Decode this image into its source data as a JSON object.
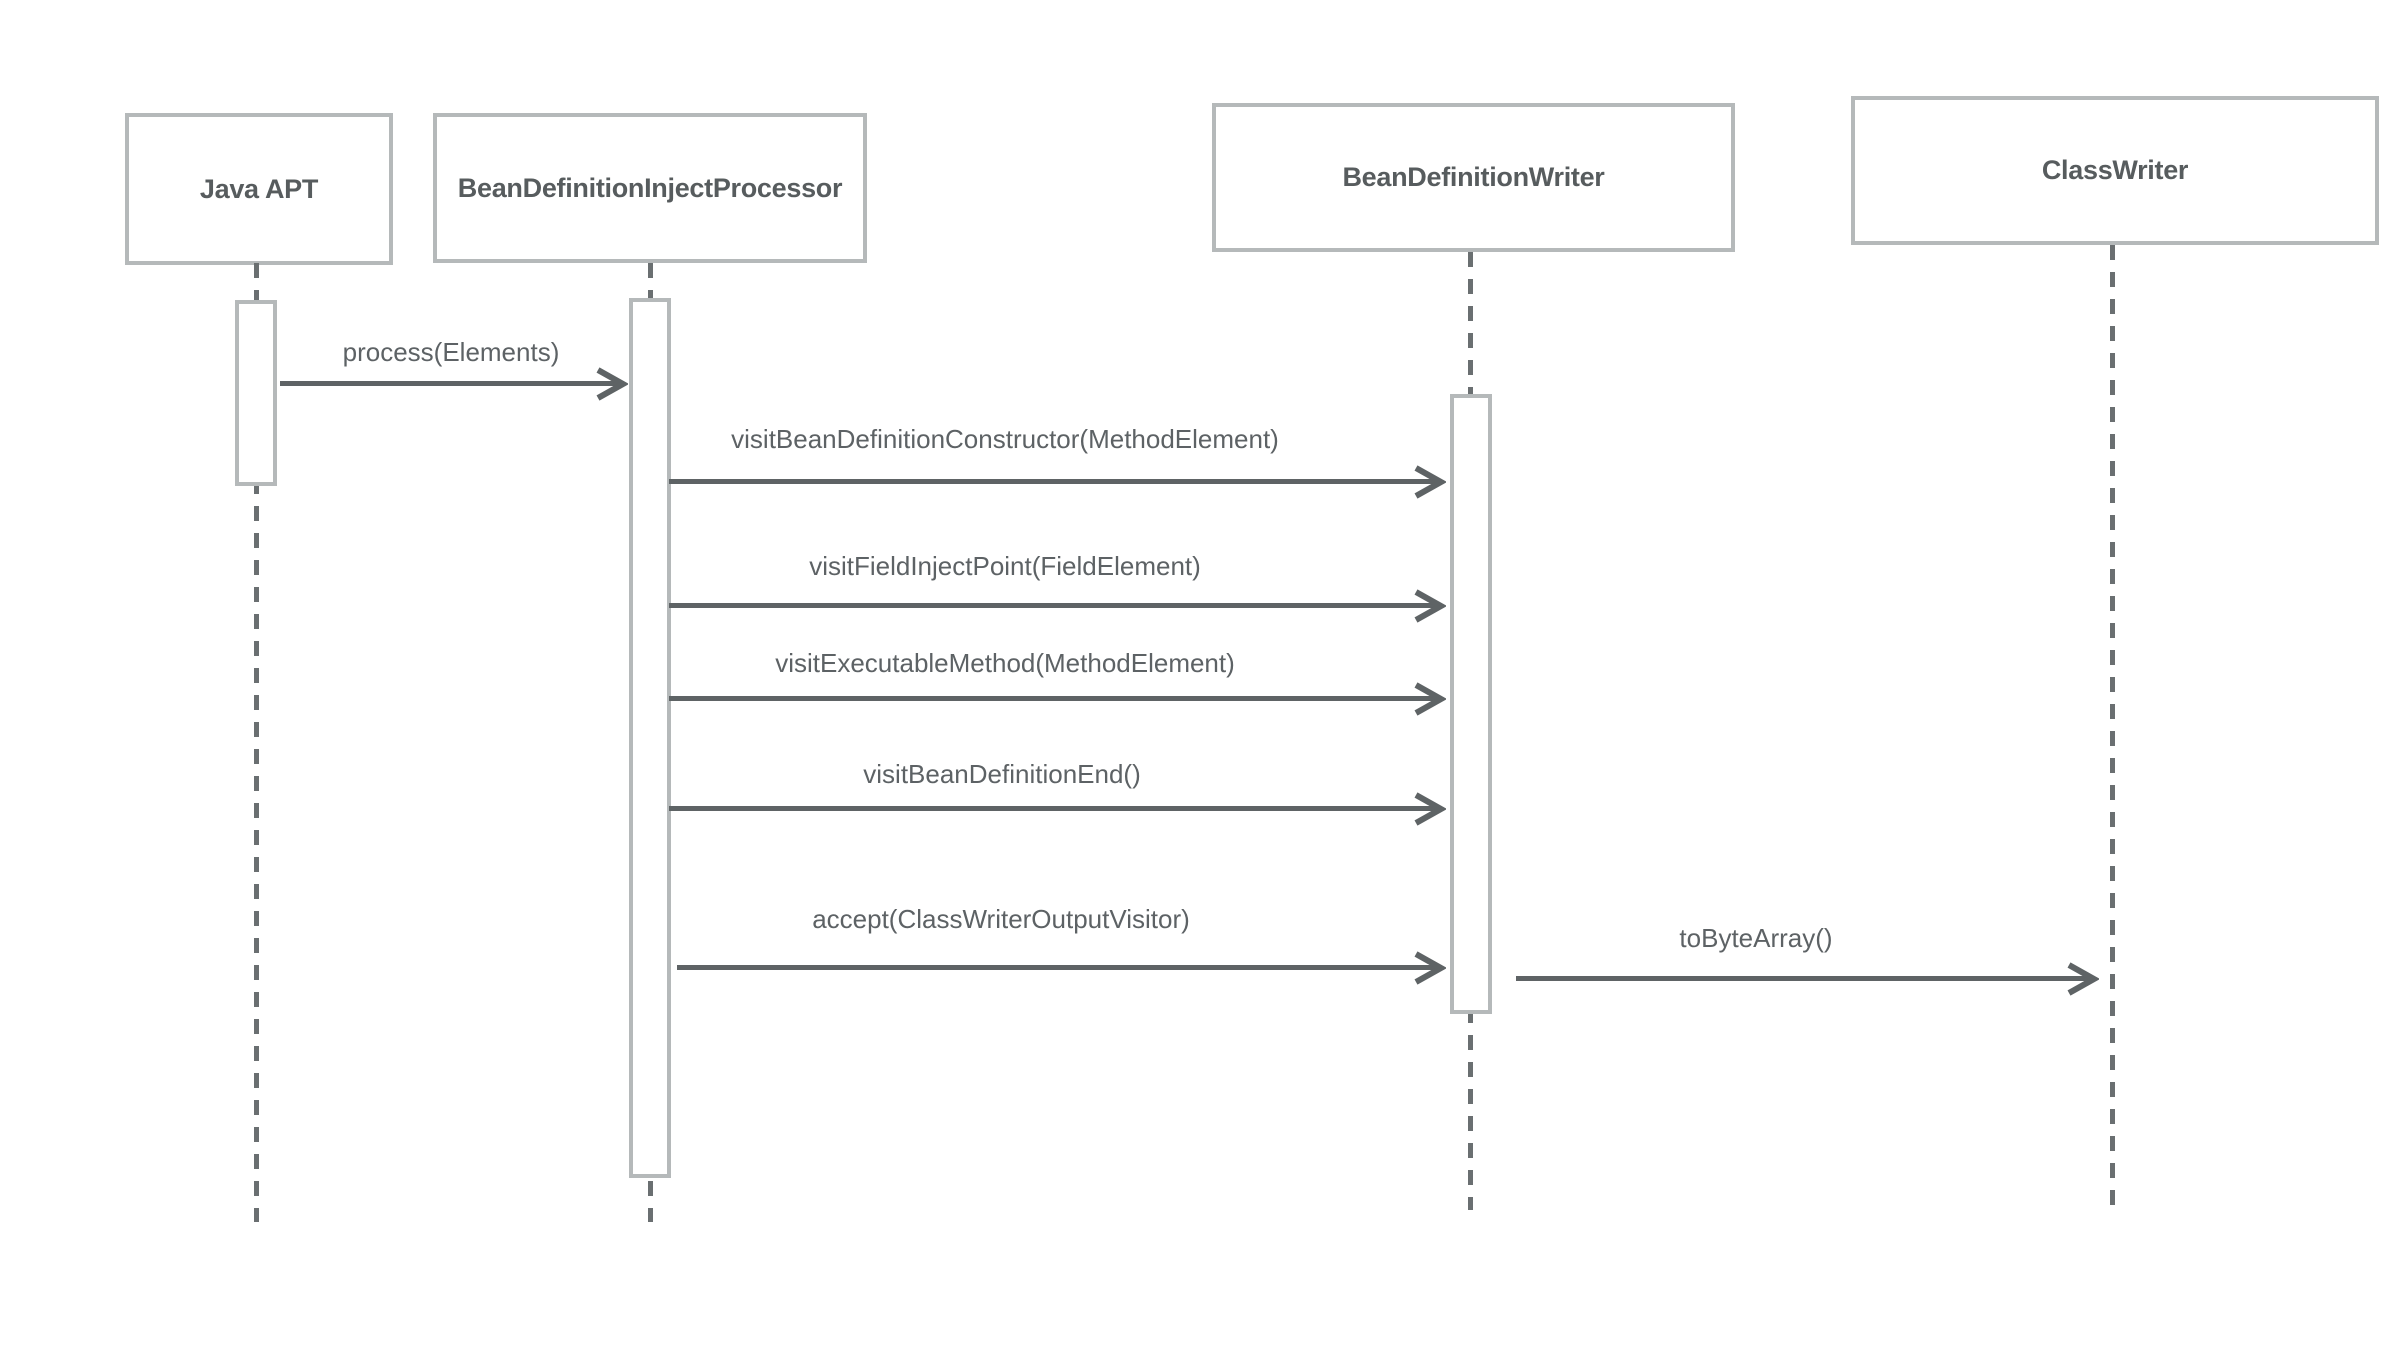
{
  "diagram_type": "uml-sequence",
  "participants": [
    {
      "name": "Java APT"
    },
    {
      "name": "BeanDefinitionInjectProcessor"
    },
    {
      "name": "BeanDefinitionWriter"
    },
    {
      "name": "ClassWriter"
    }
  ],
  "messages": [
    {
      "label": "process(Elements)",
      "from": "Java APT",
      "to": "BeanDefinitionInjectProcessor"
    },
    {
      "label": "visitBeanDefinitionConstructor(MethodElement)",
      "from": "BeanDefinitionInjectProcessor",
      "to": "BeanDefinitionWriter"
    },
    {
      "label": "visitFieldInjectPoint(FieldElement)",
      "from": "BeanDefinitionInjectProcessor",
      "to": "BeanDefinitionWriter"
    },
    {
      "label": "visitExecutableMethod(MethodElement)",
      "from": "BeanDefinitionInjectProcessor",
      "to": "BeanDefinitionWriter"
    },
    {
      "label": "visitBeanDefinitionEnd()",
      "from": "BeanDefinitionInjectProcessor",
      "to": "BeanDefinitionWriter"
    },
    {
      "label": "accept(ClassWriterOutputVisitor)",
      "from": "BeanDefinitionInjectProcessor",
      "to": "BeanDefinitionWriter"
    },
    {
      "label": "toByteArray()",
      "from": "BeanDefinitionWriter",
      "to": "ClassWriter"
    }
  ],
  "colors": {
    "background": "#ffffff",
    "box_border": "#b5b9ba",
    "box_text": "#575c5e",
    "message_text": "#5d6265",
    "arrow": "#5e6365",
    "lifeline": "#6a6f71"
  }
}
